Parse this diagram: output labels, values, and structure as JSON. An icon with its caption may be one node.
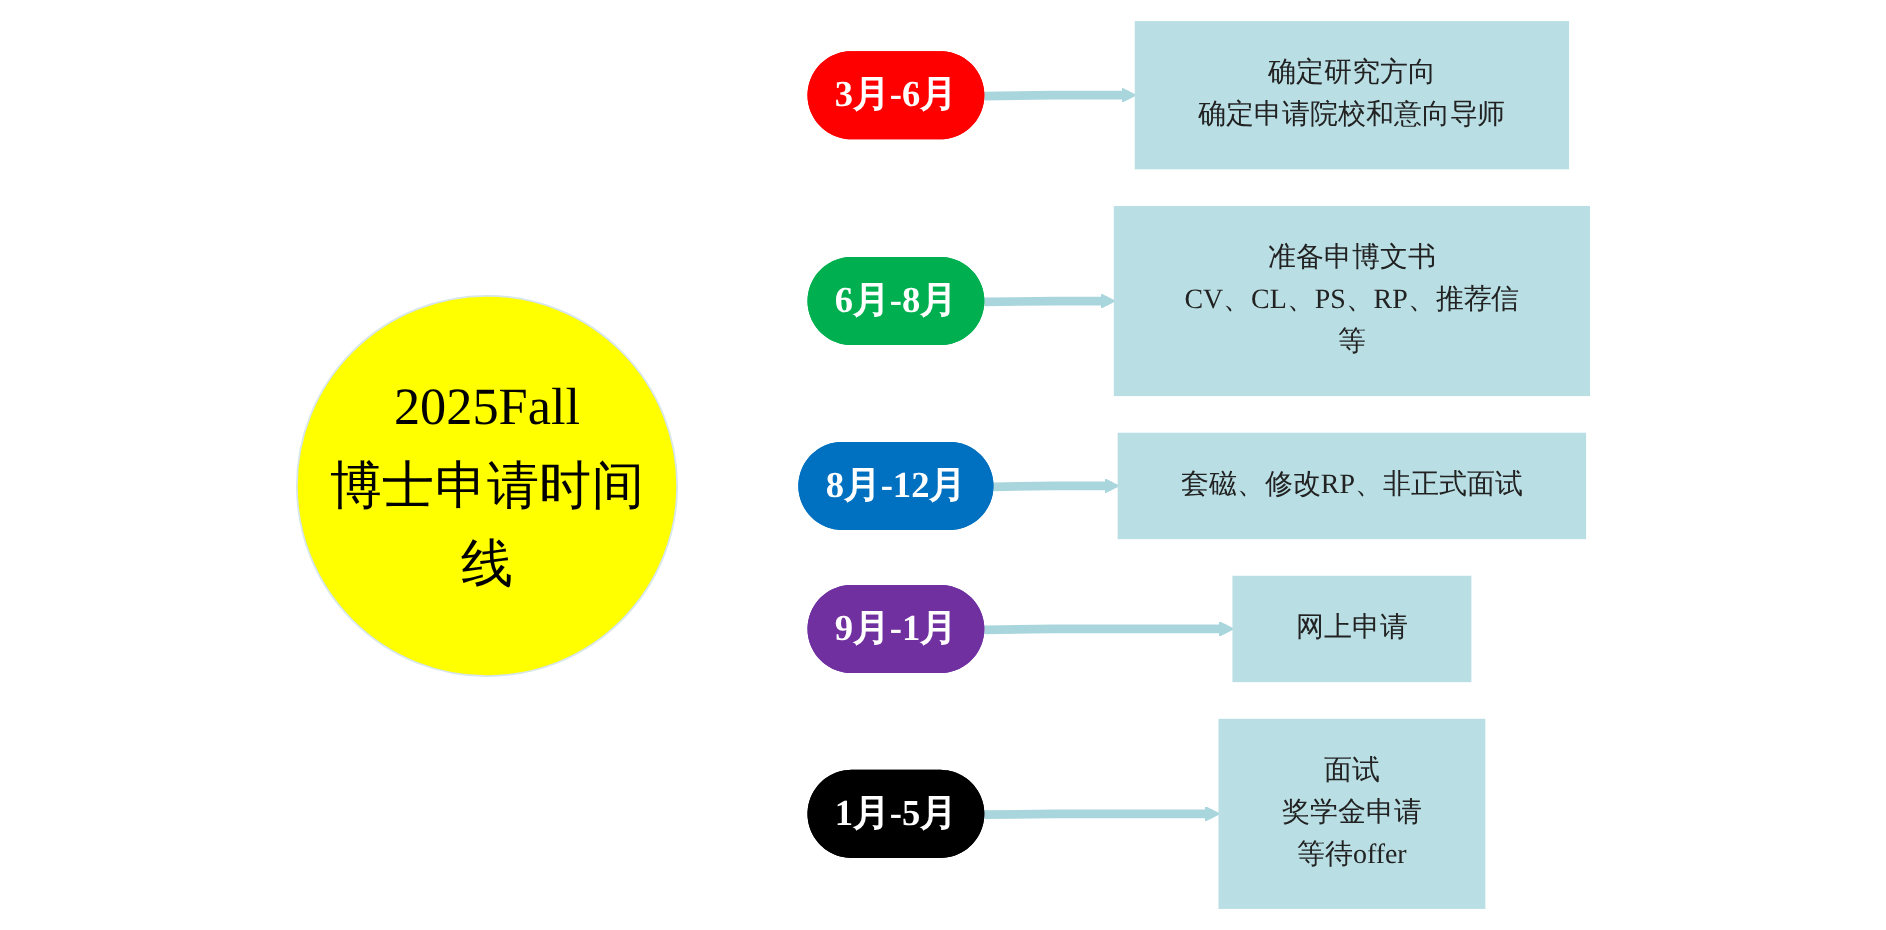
{
  "diagram": {
    "nodes": [
      {
        "text": [
          "2025Fall",
          "博士申请时间线"
        ]
      },
      {
        "text": [
          "3月-6月"
        ]
      },
      {
        "text": [
          "确定研究方向",
          "确定申请院校和意向导师"
        ]
      },
      {
        "text": [
          "6月-8月"
        ]
      },
      {
        "text": [
          "准备申博文书",
          "CV、CL、PS、RP、推荐信等"
        ]
      },
      {
        "text": [
          "8月-12月"
        ]
      },
      {
        "text": [
          "套磁、修改RP、非正式面试"
        ]
      },
      {
        "text": [
          "9月-1月"
        ]
      },
      {
        "text": [
          "网上申请"
        ]
      },
      {
        "text": [
          "1月-5月"
        ]
      },
      {
        "text": [
          "面试",
          "奖学金申请",
          "等待offer"
        ]
      }
    ],
    "edges": [
      {
        "from": 1,
        "to": 2,
        "arrow": "to"
      },
      {
        "from": 3,
        "to": 4,
        "arrow": "to"
      },
      {
        "from": 5,
        "to": 6,
        "arrow": "to"
      },
      {
        "from": 7,
        "to": 8,
        "arrow": "to"
      },
      {
        "from": 9,
        "to": 10,
        "arrow": "to"
      }
    ]
  }
}
